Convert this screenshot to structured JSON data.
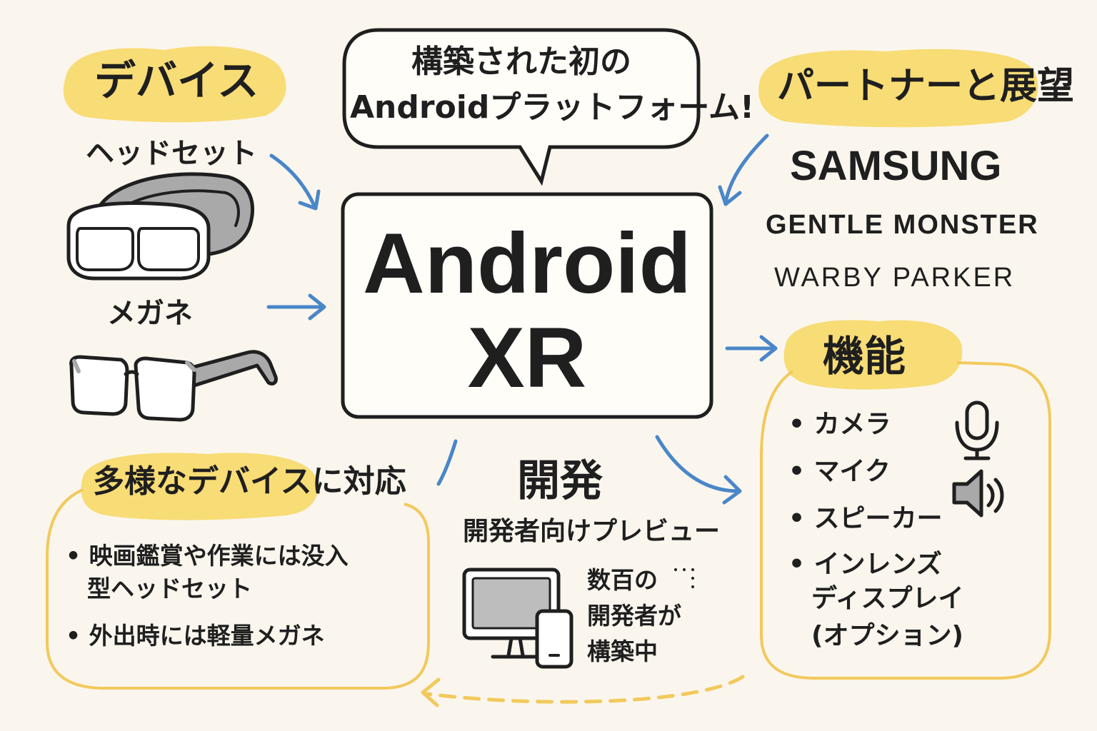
{
  "devices": {
    "heading": "デバイス",
    "headset_label": "ヘッドセット",
    "glasses_label": "メガネ"
  },
  "bubble": {
    "line1": "構築された初の",
    "line2": "Androidプラットフォーム!"
  },
  "center": {
    "line1": "Android",
    "line2": "XR"
  },
  "partners": {
    "heading": "パートナーと展望",
    "items": [
      "SAMSUNG",
      "GENTLE MONSTER",
      "WARBY PARKER"
    ]
  },
  "features": {
    "heading": "機能",
    "items": [
      "カメラ",
      "マイク",
      "スピーカー",
      "インレンズ",
      "ディスプレイ",
      "(オプション)"
    ]
  },
  "support": {
    "heading": "多様なデバイスに対応",
    "items": [
      "映画鑑賞や作業には没入",
      "型ヘッドセット",
      "外出時には軽量メガネ"
    ]
  },
  "development": {
    "heading": "開発",
    "subheading": "開発者向けプレビュー",
    "note_lines": [
      "数百の",
      "開発者が",
      "構築中"
    ]
  },
  "colors": {
    "highlight": "#f8dc75",
    "arrow_blue": "#4a86c8",
    "box_border": "#f2c95c",
    "ink": "#1f1f1f"
  }
}
